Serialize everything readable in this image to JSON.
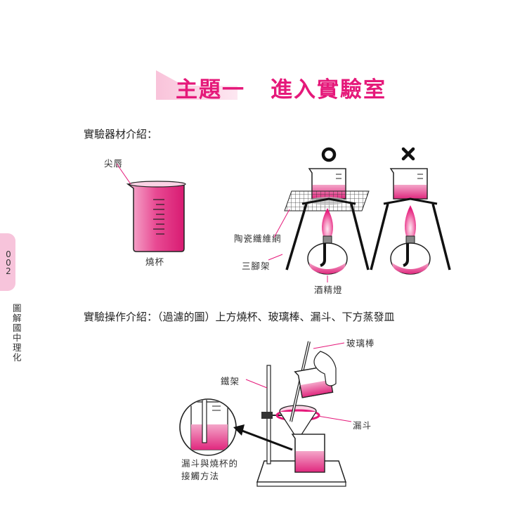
{
  "title": {
    "part1": "主題一",
    "part2": "進入實驗室"
  },
  "sections": {
    "equipment": "實驗器材介紹：",
    "operation": "實驗操作介紹：（過濾的圖）上方燒杯、玻璃棒、漏斗、下方蒸發皿"
  },
  "labels": {
    "spout": "尖唇",
    "beaker": "燒杯",
    "gauze": "陶瓷纖維網",
    "tripod": "三腳架",
    "burner": "酒精燈",
    "glass_rod": "玻璃棒",
    "iron_stand": "鐵架",
    "funnel": "漏斗",
    "contact_line1": "漏斗與燒杯的",
    "contact_line2": "接觸方法"
  },
  "marks": {
    "correct": "correct-circle-icon",
    "wrong": "wrong-cross-icon"
  },
  "side": {
    "page_number": [
      "0",
      "0",
      "2"
    ],
    "book_title": [
      "圖",
      "解",
      "國",
      "中",
      "理",
      "化"
    ]
  },
  "colors": {
    "accent": "#e5197a",
    "tab": "#f7c4db",
    "liquid": "#e63c8c"
  }
}
